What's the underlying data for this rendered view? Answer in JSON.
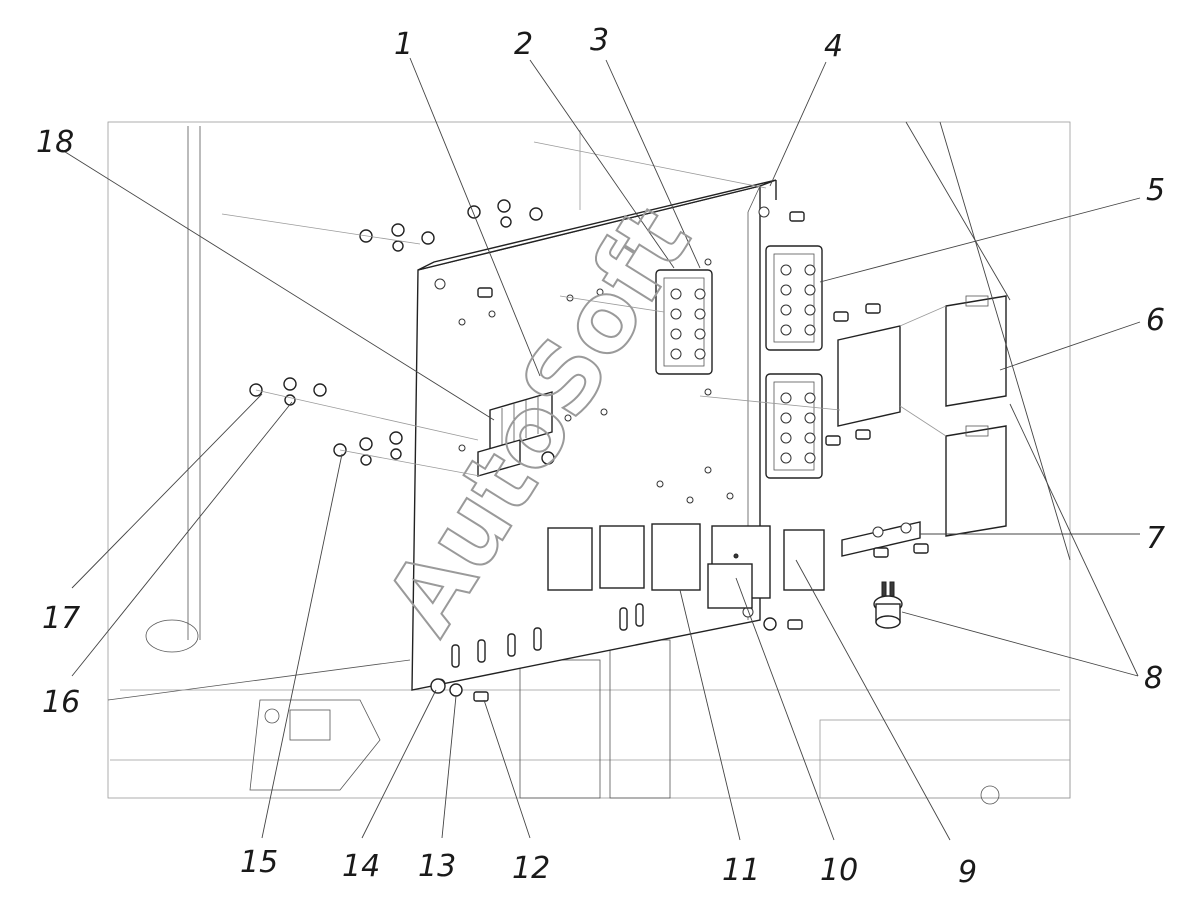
{
  "callouts": [
    {
      "id": "1",
      "label": "1"
    },
    {
      "id": "2",
      "label": "2"
    },
    {
      "id": "3",
      "label": "3"
    },
    {
      "id": "4",
      "label": "4"
    },
    {
      "id": "5",
      "label": "5"
    },
    {
      "id": "6",
      "label": "6"
    },
    {
      "id": "7",
      "label": "7"
    },
    {
      "id": "8",
      "label": "8"
    },
    {
      "id": "9",
      "label": "9"
    },
    {
      "id": "10",
      "label": "10"
    },
    {
      "id": "11",
      "label": "11"
    },
    {
      "id": "12",
      "label": "12"
    },
    {
      "id": "13",
      "label": "13"
    },
    {
      "id": "14",
      "label": "14"
    },
    {
      "id": "15",
      "label": "15"
    },
    {
      "id": "16",
      "label": "16"
    },
    {
      "id": "17",
      "label": "17"
    },
    {
      "id": "18",
      "label": "18"
    }
  ],
  "watermark": {
    "text": "AutoSoft"
  },
  "colors": {
    "line": "#222222",
    "background": "#ffffff",
    "watermark": "#9a9a9a"
  }
}
